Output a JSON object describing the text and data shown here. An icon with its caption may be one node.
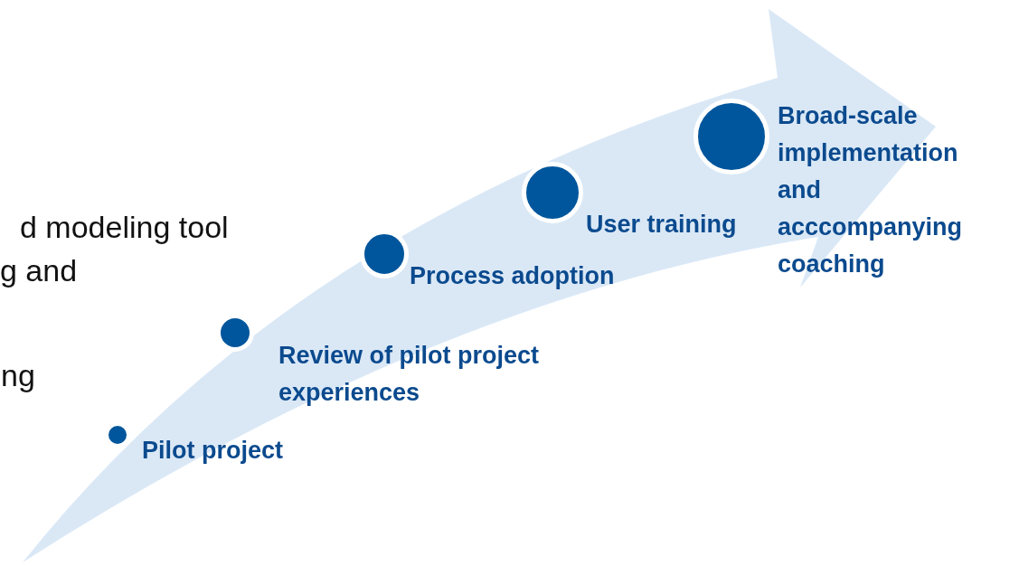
{
  "diagram": {
    "nodes": [
      {
        "text": [
          "Pilot project"
        ]
      },
      {
        "text": [
          "Review of pilot project experiences"
        ]
      },
      {
        "text": [
          "Process adoption"
        ]
      },
      {
        "text": [
          "User training"
        ]
      },
      {
        "text": [
          "Broad-scale implementation and acccompanying coaching"
        ]
      }
    ],
    "edges": [],
    "labels": [
      "d modeling tool",
      "g and",
      "ng"
    ]
  }
}
